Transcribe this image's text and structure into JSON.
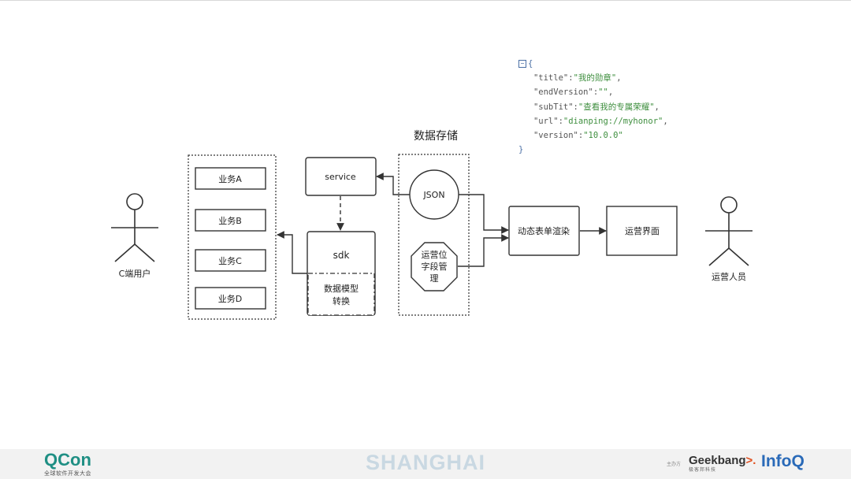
{
  "diagram": {
    "c_user_label": "C端用户",
    "ops_user_label": "运营人员",
    "business_items": [
      "业务A",
      "业务B",
      "业务C",
      "业务D"
    ],
    "service_label": "service",
    "sdk_label": "sdk",
    "data_model_label_line1": "数据模型",
    "data_model_label_line2": "转换",
    "storage_title": "数据存储",
    "json_label": "JSON",
    "ops_field_label_line1": "运营位",
    "ops_field_label_line2": "字段管",
    "ops_field_label_line3": "理",
    "dynamic_form_label": "动态表单渲染",
    "ops_ui_label": "运营界面"
  },
  "json_sample": {
    "open_brace": "{",
    "close_brace": "}",
    "lines": [
      {
        "key": "\"title\"",
        "value": "\"我的勋章\"",
        "sep": ","
      },
      {
        "key": "\"endVersion\"",
        "value": "\"\"",
        "sep": ","
      },
      {
        "key": "\"subTit\"",
        "value": "\"查看我的专属荣耀\"",
        "sep": ","
      },
      {
        "key": "\"url\"",
        "value": "\"dianping://myhonor\"",
        "sep": ","
      },
      {
        "key": "\"version\"",
        "value": "\"10.0.0\"",
        "sep": ""
      }
    ]
  },
  "footer": {
    "qcon_name": "QCon",
    "qcon_sub": "全球软件开发大会",
    "city": "SHANGHAI",
    "sponsor_label": "主办方",
    "geek_part1": "Geek",
    "geek_part2": "bang",
    "geek_arrow": ">.",
    "geek_sub": "极客邦科技",
    "infoq": "InfoQ"
  },
  "colors": {
    "stroke": "#333333",
    "json_string": "#3f8f3f",
    "brand_qcon": "#1f8f84",
    "brand_infoq": "#2a6ab8"
  }
}
